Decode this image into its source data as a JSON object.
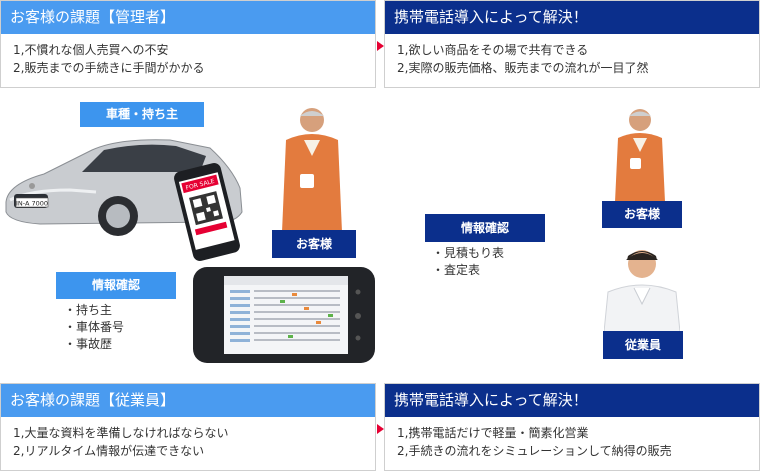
{
  "top_left": {
    "title": "お客様の課題【管理者】",
    "lines": [
      "1,不慣れな個人売買への不安",
      "2,販売までの手続きに手間がかかる"
    ]
  },
  "top_right": {
    "title": "携帯電話導入によって解決！",
    "lines": [
      "1,欲しい商品をその場で共有できる",
      "2,実際の販売価格、販売までの流れが一目了然"
    ]
  },
  "bottom_left": {
    "title": "お客様の課題【従業員】",
    "lines": [
      "1,大量な資料を準備しなければならない",
      "2,リアルタイム情報が伝達できない"
    ]
  },
  "bottom_right": {
    "title": "携帯電話導入によって解決！",
    "lines": [
      "1,携帯電話だけで軽量・簡素化営業",
      "2,手続きの流れをシミュレーションして納得の販売"
    ]
  },
  "diagram": {
    "car_label": "車種・持ち主",
    "customer_label_left": "お客様",
    "info_left": {
      "label": "情報確認",
      "items": [
        "・持ち主",
        "・車体番号",
        "・事故歴"
      ]
    },
    "info_center": {
      "label": "情報確認",
      "items": [
        "・見積もり表",
        "・査定表"
      ]
    },
    "customer_label_right": "お客様",
    "employee_label": "従業員",
    "plate_text": "IN-A 7000",
    "sale_text": "FOR SALE",
    "colors": {
      "problem_header": "#4a9bf0",
      "solution_header": "#0b2f8c",
      "arrow": "#e60033"
    }
  }
}
